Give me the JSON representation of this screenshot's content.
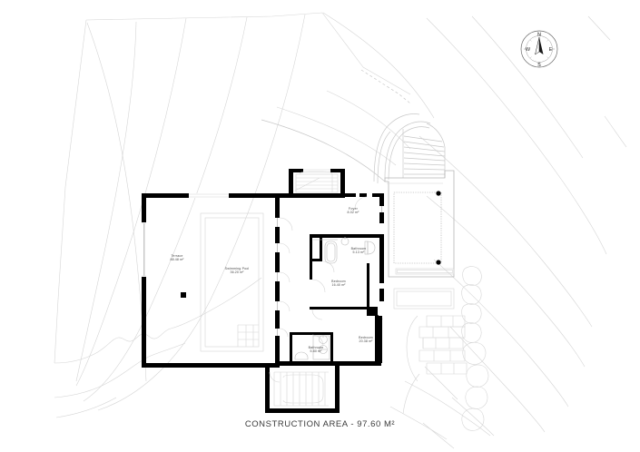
{
  "document": {
    "type": "architectural-floor-plan",
    "caption": "CONSTRUCTION AREA - 97.60 M²",
    "background_color": "#ffffff",
    "wall_color": "#000000",
    "line_color": "#d8d8d8",
    "text_color": "#4a4a4a"
  },
  "compass": {
    "name": "north-arrow",
    "north": "N",
    "east": "E",
    "south": "S",
    "west": "W"
  },
  "rooms": [
    {
      "key": "terrace",
      "name": "Terrace",
      "area": "88.48 m²"
    },
    {
      "key": "pool",
      "name": "Swimming Pool",
      "area": "36.20 m²"
    },
    {
      "key": "foyer",
      "name": "Foyer",
      "area": "8.02 m²"
    },
    {
      "key": "bath1",
      "name": "Bathroom",
      "area": "5.13 m²"
    },
    {
      "key": "bed1",
      "name": "Bedroom",
      "area": "16.40 m²"
    },
    {
      "key": "bed2",
      "name": "Bedroom",
      "area": "20.38 m²"
    },
    {
      "key": "bath2",
      "name": "Bathroom",
      "area": "5.80 m²"
    }
  ],
  "features": {
    "stair_upper": "interior-staircase-upper",
    "stair_lower": "interior-staircase-lower",
    "stair_exterior": "exterior-garden-stair",
    "pool_steps": "pool-entry-steps",
    "terrace_column": "terrace-column",
    "canopy_columns": "canopy-support-columns",
    "stone_path": "stone-retaining-wall",
    "planter": "garden-planter",
    "contours": "site-contour-lines"
  }
}
